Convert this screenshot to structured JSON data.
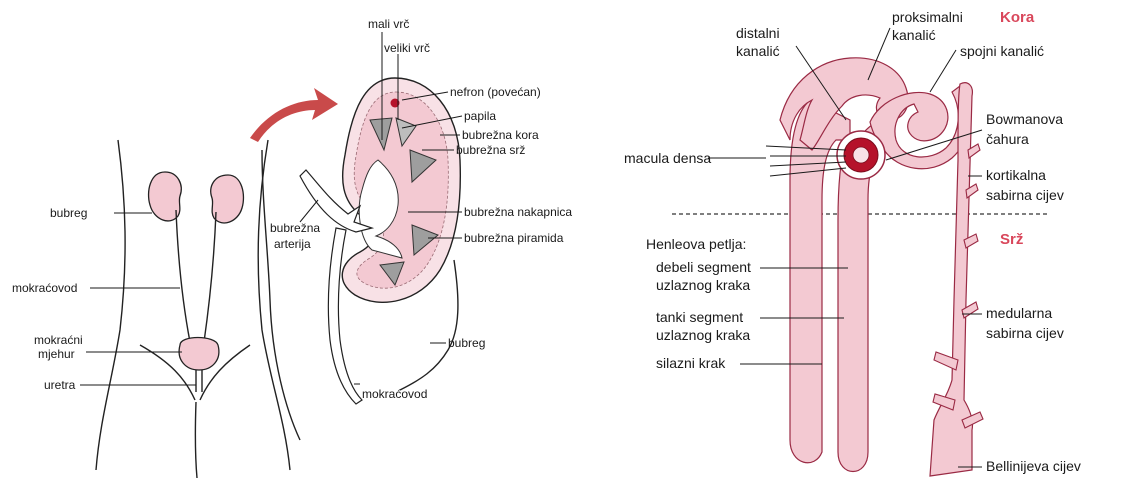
{
  "colors": {
    "tissue": "#f3c9d2",
    "tissue_light": "#f8e1e6",
    "tissue_dark": "#e2a3b1",
    "arrow": "#c94a4a",
    "zone_label": "#d9475b",
    "glomerulus": "#b5122a",
    "pyramid": "#9e9e9e"
  },
  "left_figure": {
    "labels": {
      "bubreg_left": "bubreg",
      "mokracovod_left": "mokraćovod",
      "mokracni_mjehur": [
        "mokraćni",
        "mjehur"
      ],
      "uretra": "uretra",
      "mali_vrc": "mali vrč",
      "veliki_vrc": "veliki vrč",
      "nefron": "nefron (povećan)",
      "papila": "papila",
      "kora": "bubrežna kora",
      "srz": "bubrežna srž",
      "arterija": [
        "bubrežna",
        "arterija"
      ],
      "nakapnica": "bubrežna nakapnica",
      "piramida": "bubrežna piramida",
      "bubreg_right": "bubreg",
      "mokracovod_right": "mokraćovod"
    }
  },
  "right_figure": {
    "zones": {
      "kora": "Kora",
      "srz": "Srž"
    },
    "labels": {
      "distalni": [
        "distalni",
        "kanalić"
      ],
      "proksimalni": [
        "proksimalni",
        "kanalić"
      ],
      "spojni": "spojni kanalić",
      "bowman": [
        "Bowmanova",
        "čahura"
      ],
      "macula": "macula densa",
      "kortikalna": [
        "kortikalna",
        "sabirna cijev"
      ],
      "henle_title": "Henleova petlja:",
      "debeli": [
        "debeli segment",
        "uzlaznog kraka"
      ],
      "tanki": [
        "tanki segment",
        "uzlaznog kraka"
      ],
      "silazni": "silazni krak",
      "medularna": [
        "medularna",
        "sabirna cijev"
      ],
      "bellini": "Bellinijeva cijev"
    }
  }
}
